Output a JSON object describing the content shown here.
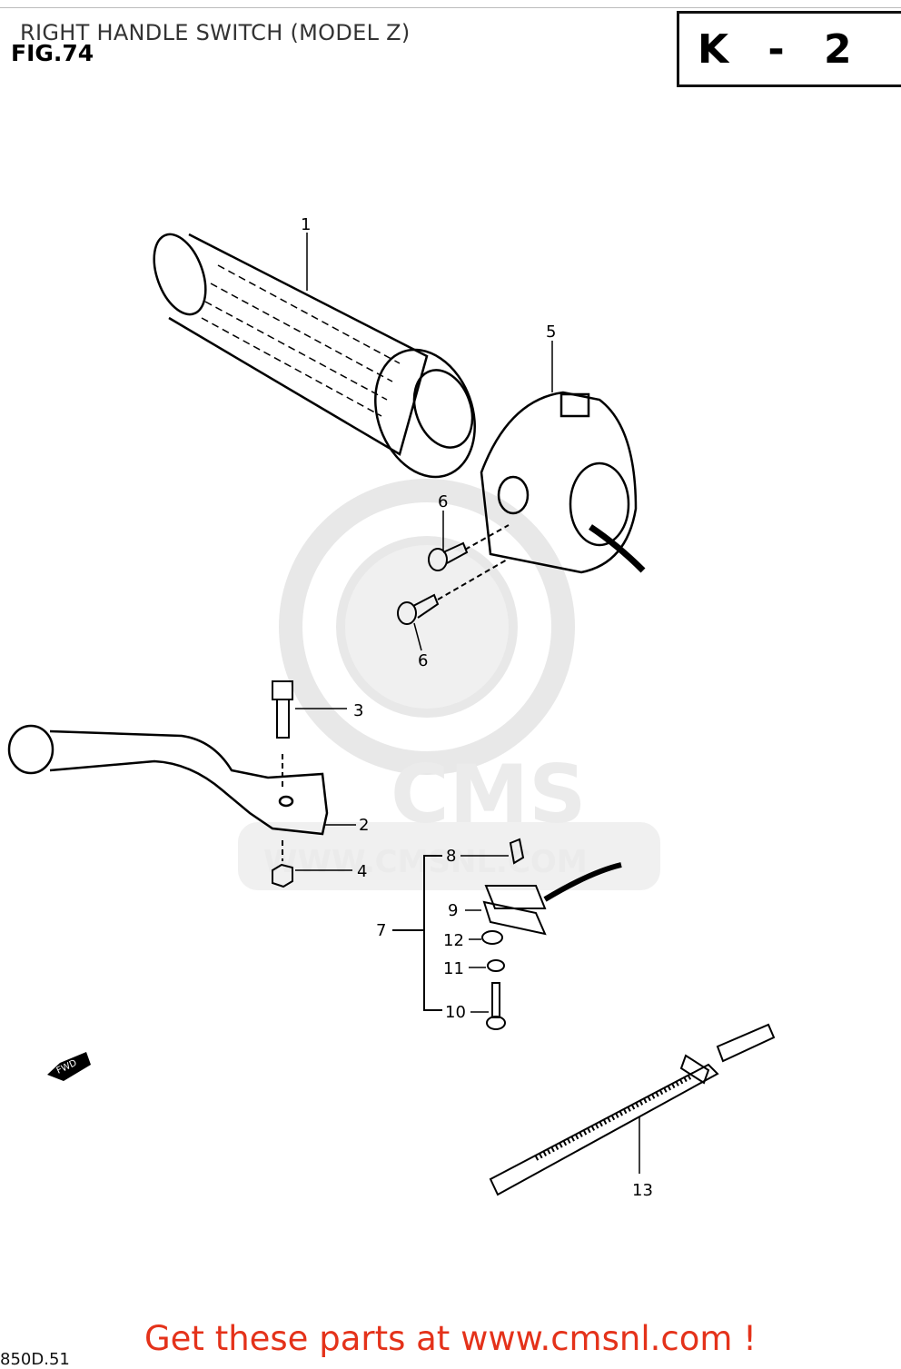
{
  "header": {
    "title": "RIGHT HANDLE SWITCH (MODEL Z)",
    "figure": "FIG.74",
    "ref_code": "K - 2"
  },
  "watermark": {
    "brand": "CMS",
    "url": "WWW.CMSNL.COM"
  },
  "parts": [
    {
      "id": "1",
      "label": "1"
    },
    {
      "id": "2",
      "label": "2"
    },
    {
      "id": "3",
      "label": "3"
    },
    {
      "id": "4",
      "label": "4"
    },
    {
      "id": "5",
      "label": "5"
    },
    {
      "id": "6a",
      "label": "6"
    },
    {
      "id": "6b",
      "label": "6"
    },
    {
      "id": "7",
      "label": "7"
    },
    {
      "id": "8",
      "label": "8"
    },
    {
      "id": "9",
      "label": "9"
    },
    {
      "id": "10",
      "label": "10"
    },
    {
      "id": "11",
      "label": "11"
    },
    {
      "id": "12",
      "label": "12"
    },
    {
      "id": "13",
      "label": "13"
    }
  ],
  "direction_marker": "FWD",
  "footer": {
    "link_text": "Get these parts at www.cmsnl.com !",
    "corner_code": "850D.51"
  },
  "colors": {
    "link": "#e4321a",
    "ink": "#000000",
    "watermark": "#e9e9e9"
  }
}
